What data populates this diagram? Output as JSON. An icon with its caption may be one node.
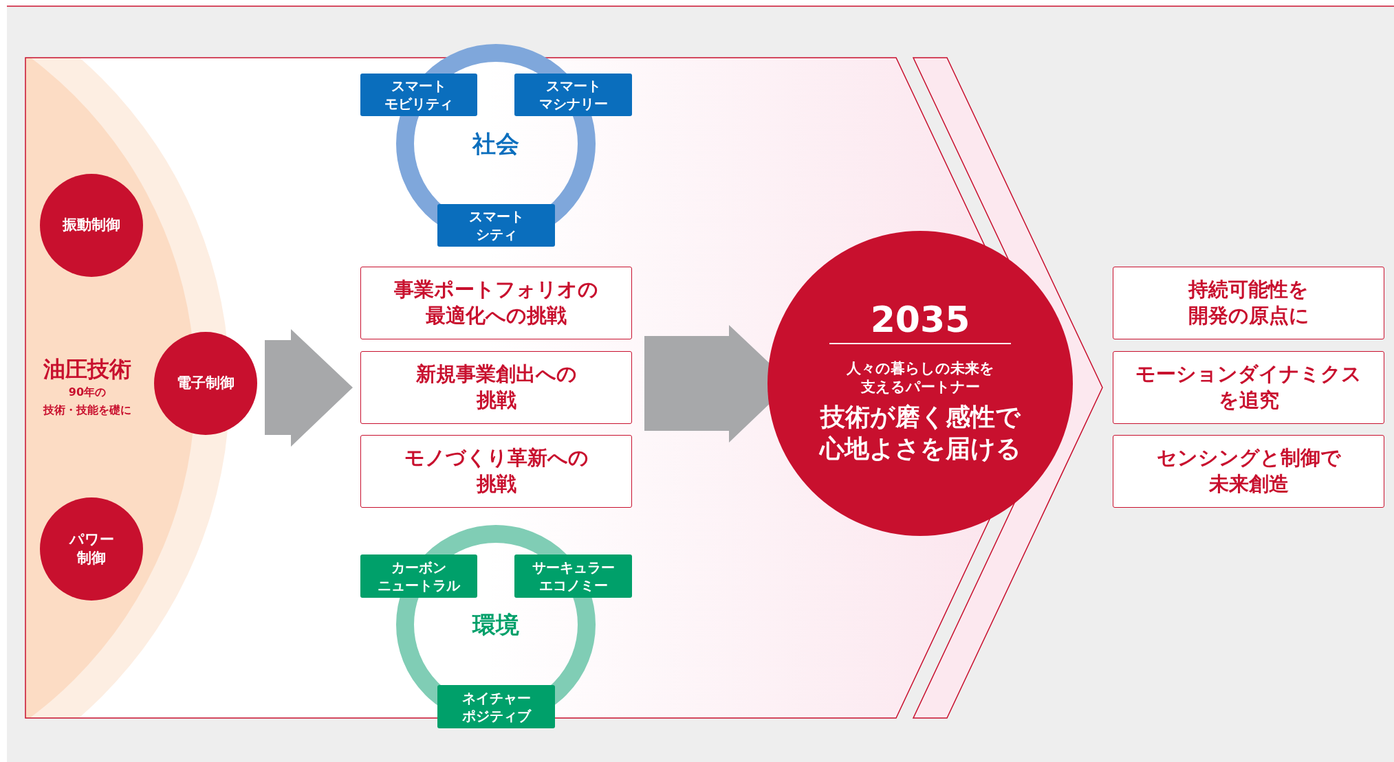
{
  "diagram": {
    "nodes": [
      {
        "text": [
          "振動制御"
        ]
      },
      {
        "text": [
          "電子制御"
        ]
      },
      {
        "text": [
          "パワー制御"
        ]
      },
      {
        "text": [
          "社会"
        ]
      },
      {
        "text": [
          "スマートモビリティ"
        ]
      },
      {
        "text": [
          "スマートマシナリー"
        ]
      },
      {
        "text": [
          "スマートシティ"
        ]
      },
      {
        "text": [
          "事業ポートフォリオの最適化への挑戦"
        ]
      },
      {
        "text": [
          "新規事業創出への挑戦"
        ]
      },
      {
        "text": [
          "モノづくり革新への挑戦"
        ]
      },
      {
        "text": [
          "環境"
        ]
      },
      {
        "text": [
          "カーボンニュートラル"
        ]
      },
      {
        "text": [
          "サーキュラーエコノミー"
        ]
      },
      {
        "text": [
          "ネイチャーポジティブ"
        ]
      },
      {
        "text": [
          "2035",
          "人々の暮らしの未来を支えるパートナー",
          "技術が磨く感性で心地よさを届ける"
        ]
      },
      {
        "text": [
          "持続可能性を開発の原点に"
        ]
      },
      {
        "text": [
          "モーションダイナミクスを追究"
        ]
      },
      {
        "text": [
          "センシングと制御で未来創造"
        ]
      }
    ],
    "edges": [
      {
        "from": 1,
        "to": 8,
        "arrow": "to"
      },
      {
        "from": 8,
        "to": 14,
        "arrow": "to"
      }
    ],
    "labels": [
      "油圧技術",
      "90年の技術・技能を礎に"
    ]
  }
}
